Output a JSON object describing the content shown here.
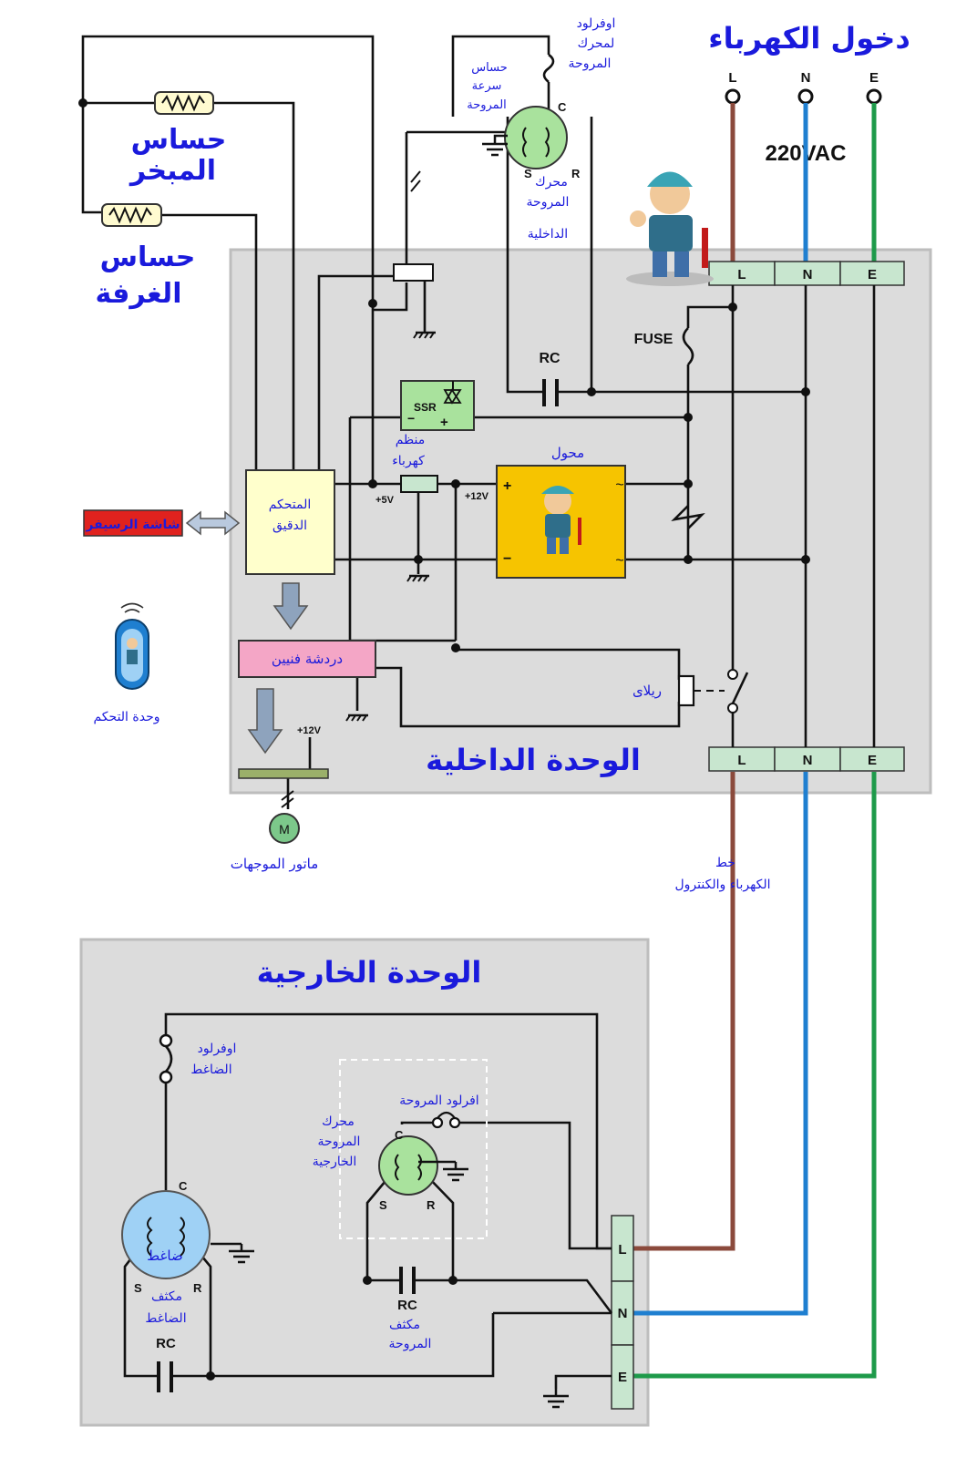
{
  "title": "دخول الكهرباء",
  "voltage": "220VAC",
  "supply_terminals": [
    "L",
    "N",
    "E"
  ],
  "sensors": {
    "evaporator": [
      "حساس",
      "المبخر"
    ],
    "room": [
      "حساس",
      "الغرفة"
    ]
  },
  "indoor": {
    "title": "الوحدة الداخلية",
    "fan_overload": [
      "اوفرلود",
      "لمحرك",
      "المروحة"
    ],
    "fan_speed_sensor": [
      "حساس",
      "سرعة",
      "المروحة"
    ],
    "fan_motor": [
      "محرك",
      "المروحة",
      "الداخلية"
    ],
    "fan_motor_pins": {
      "c": "C",
      "s": "S",
      "r": "R"
    },
    "rc": "RC",
    "fuse": "FUSE",
    "ssr": "SSR",
    "ssr_minus": "−",
    "ssr_plus": "+",
    "regulator": [
      "منظم",
      "كهرباء"
    ],
    "v5": "+5V",
    "v12": "+12V",
    "transformer": "محول",
    "tr_plus": "+",
    "tr_minus": "−",
    "micro": [
      "المتحكم",
      "الدقيق"
    ],
    "receiver": "شاشة الرسيفر",
    "driver": "دردشة فنيين",
    "relay": "ريلاى",
    "louver_v": "+12V",
    "louver_motor": "ماتور الموجهات",
    "motor_m": "M",
    "remote": "وحدة التحكم"
  },
  "power_control_line": [
    "خط",
    "الكهرباء والكنترول"
  ],
  "outdoor": {
    "title": "الوحدة الخارجية",
    "compressor_overload": [
      "اوفرلود",
      "الضاغط"
    ],
    "compressor": "ضاغط",
    "comp_pins": {
      "c": "C",
      "s": "S",
      "r": "R"
    },
    "comp_cap": [
      "مكثف",
      "الضاغط"
    ],
    "comp_rc": "RC",
    "fan_overload": "افرلود المروحة",
    "fan_motor": [
      "محرك",
      "المروحة",
      "الخارجية"
    ],
    "fan_pins": {
      "c": "C",
      "s": "S",
      "r": "R"
    },
    "fan_rc": "RC",
    "fan_cap": [
      "مكثف",
      "المروحة"
    ],
    "terminals": [
      "L",
      "N",
      "E"
    ]
  },
  "colors": {
    "live": "#8b4a3c",
    "neutral": "#1f7fd0",
    "earth": "#1e9a4a",
    "panel": "#dcdcdc",
    "label_blue": "#1a1adc"
  }
}
